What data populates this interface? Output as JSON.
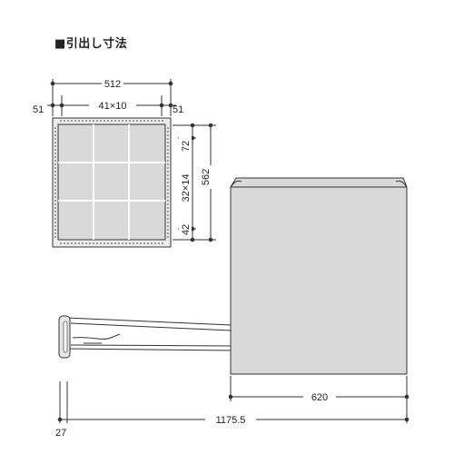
{
  "title": "■引出し寸法",
  "colors": {
    "line": "#333333",
    "panel": "#d9d9d9",
    "grid": "#bdbdbd",
    "bar": "#eeeeee",
    "text": "#222222"
  },
  "dimensions": {
    "top_width": "512",
    "side_left": "51",
    "side_right": "51",
    "pitch_width": "41×10",
    "top_margin": "72",
    "pitch_depth": "32×14",
    "bottom_margin": "42",
    "total_depth": "562",
    "front_width": "620",
    "overall_length": "1175.5",
    "offset": "27"
  }
}
